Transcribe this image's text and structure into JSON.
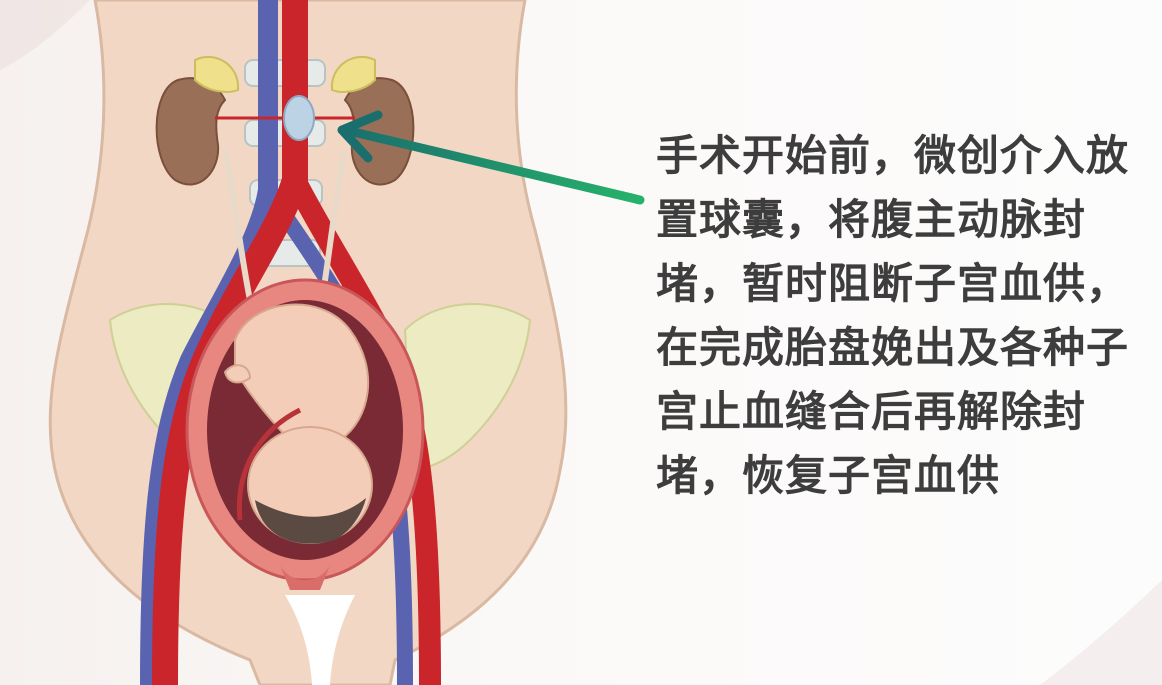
{
  "caption": {
    "text": "手术开始前，微创介入放置球囊，将腹主动脉封堵，暂时阻断子宫血供，在完成胎盘娩出及各种子宫止血缝合后再解除封堵，恢复子宫血供"
  },
  "colors": {
    "artery": "#c9252b",
    "vein": "#5a63b0",
    "balloon": "#bcd3e6",
    "kidney": "#9a6f57",
    "adrenal": "#efe08c",
    "pelvis": "#ecebc2",
    "skin": "#f2d8c4",
    "uterus_wall": "#e8877f",
    "uterus_inner": "#7a2a34",
    "arrow": "#1ea56d",
    "text": "#3d3d3d"
  },
  "icons": {
    "arrow": "green-pointer-arrow",
    "figure": "pregnant-pelvis-anatomy"
  }
}
